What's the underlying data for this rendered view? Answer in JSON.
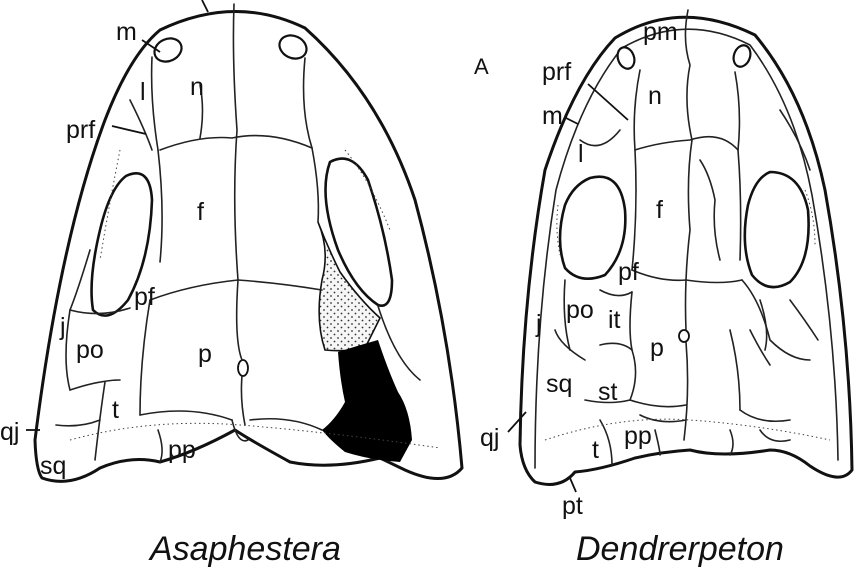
{
  "figure_marker": "A",
  "skulls": [
    {
      "caption": "Asaphestera",
      "labels": [
        "m",
        "n",
        "l",
        "prf",
        "f",
        "pf",
        "j",
        "po",
        "p",
        "t",
        "qj",
        "sq",
        "pp"
      ]
    },
    {
      "caption": "Dendrerpeton",
      "labels": [
        "pm",
        "prf",
        "n",
        "m",
        "l",
        "f",
        "pf",
        "po",
        "it",
        "j",
        "p",
        "sq",
        "st",
        "qj",
        "t",
        "pp",
        "pt"
      ]
    }
  ],
  "colors": {
    "line": "#111111",
    "background": "#ffffff",
    "shaded_region": "#000000",
    "stippled_region": "#f4f4f4"
  }
}
